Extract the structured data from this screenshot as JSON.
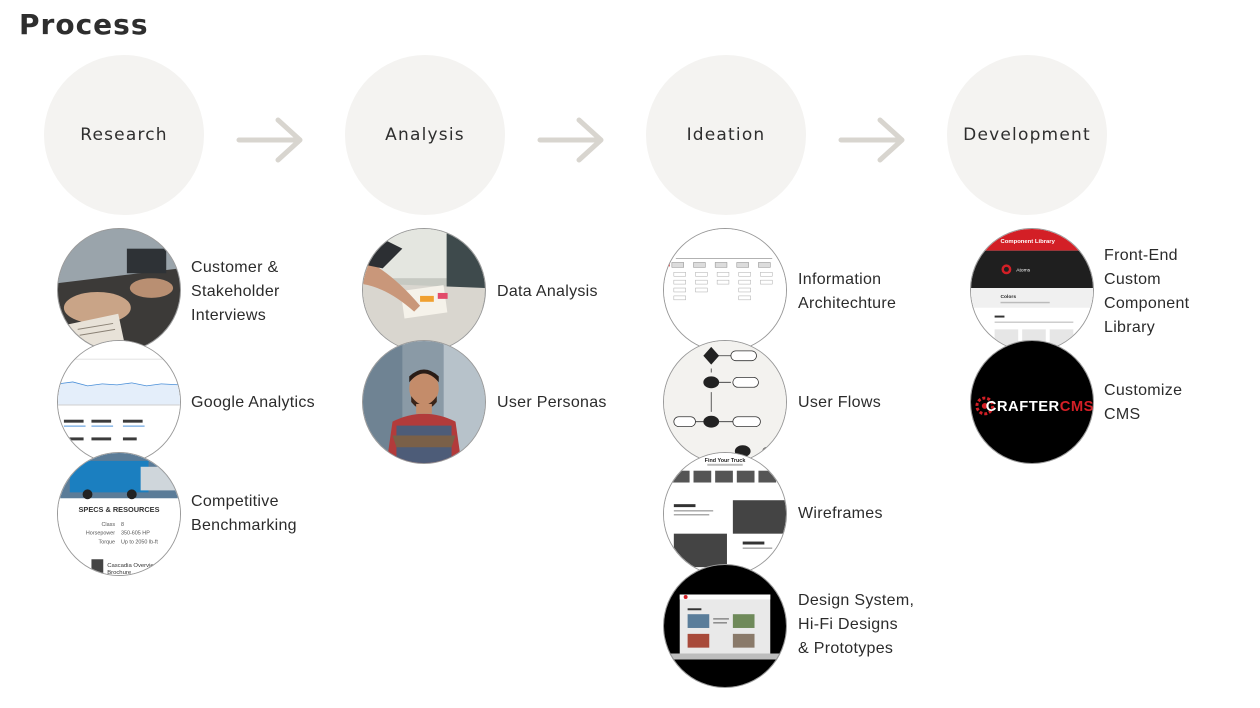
{
  "page": {
    "title": "Process"
  },
  "stages": [
    {
      "label": "Research"
    },
    {
      "label": "Analysis"
    },
    {
      "label": "Ideation"
    },
    {
      "label": "Development"
    }
  ],
  "research": {
    "items": [
      {
        "label": "Customer &\nStakeholder\nInterviews"
      },
      {
        "label": "Google Analytics"
      },
      {
        "label": "Competitive\nBenchmarking"
      }
    ]
  },
  "analysis": {
    "items": [
      {
        "label": "Data Analysis"
      },
      {
        "label": "User Personas"
      }
    ]
  },
  "ideation": {
    "items": [
      {
        "label": "Information\nArchitechture"
      },
      {
        "label": "User Flows"
      },
      {
        "label": "Wireframes"
      },
      {
        "label": "Design System,\nHi-Fi Designs\n& Prototypes"
      }
    ]
  },
  "development": {
    "items": [
      {
        "label": "Front-End\nCustom\nComponent\nLibrary"
      },
      {
        "label": "Customize\nCMS"
      }
    ]
  },
  "thumbs": {
    "benchmark_heading": "SPECS & RESOURCES",
    "benchmark_rows": [
      {
        "k": "Class",
        "v": "8"
      },
      {
        "k": "Horsepower",
        "v": "350-605 HP"
      },
      {
        "k": "Torque",
        "v": "Up to 2050 lb-ft"
      }
    ],
    "benchmark_footer": "Cascadia Overview\nBrochure",
    "component_library_title": "Component Library",
    "component_atoms": "Atoms",
    "component_colors": "Colors",
    "wireframe_title": "Find Your Truck",
    "crafter_logo": "CRAFTERCMS"
  },
  "colors": {
    "stage_bg": "#f4f3f1",
    "arrow": "#d8d5cf",
    "accent_red": "#d31f26"
  }
}
